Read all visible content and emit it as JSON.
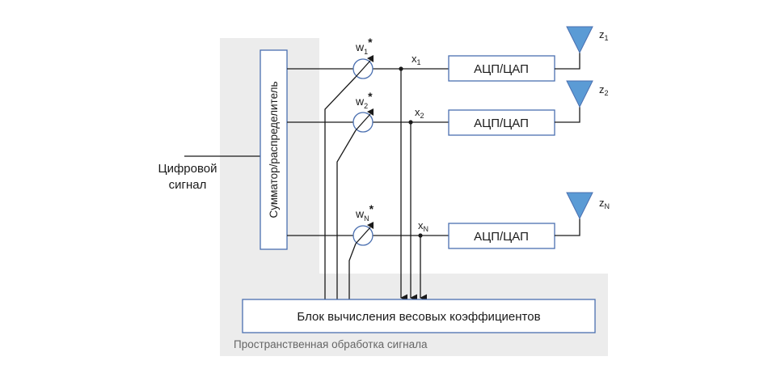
{
  "diagram": {
    "region_label": "Пространственная обработка сигнала",
    "input_label_line1": "Цифровой",
    "input_label_line2": "сигнал",
    "summator_label": "Сумматор/распределитель",
    "block_label": "Блок вычисления весовых коэффициентов",
    "channels": [
      {
        "weight": "w",
        "weight_sub": "1",
        "weight_sup": "*",
        "signal": "x",
        "signal_sub": "1",
        "converter": "АЦП/ЦАП",
        "antenna": "z",
        "antenna_sub": "1"
      },
      {
        "weight": "w",
        "weight_sub": "2",
        "weight_sup": "*",
        "signal": "x",
        "signal_sub": "2",
        "converter": "АЦП/ЦАП",
        "antenna": "z",
        "antenna_sub": "2"
      },
      {
        "weight": "w",
        "weight_sub": "N",
        "weight_sup": "*",
        "signal": "x",
        "signal_sub": "N",
        "converter": "АЦП/ЦАП",
        "antenna": "z",
        "antenna_sub": "N"
      }
    ],
    "colors": {
      "region_fill": "#ececec",
      "box_stroke": "#4a6fb0",
      "antenna_fill": "#5b9bd5",
      "line": "#1a1a1a"
    }
  }
}
